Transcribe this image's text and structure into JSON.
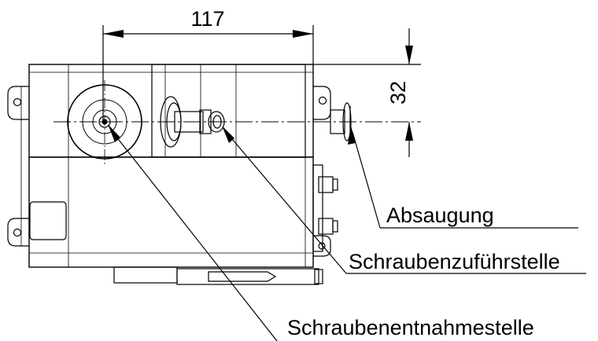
{
  "dimensions": {
    "width_value": "117",
    "height_value": "32"
  },
  "callouts": {
    "absaugung": "Absaugung",
    "schraubenzufuehrstelle": "Schraubenzuführstelle",
    "schraubenentnahmestelle": "Schraubenentnahmestelle"
  },
  "colors": {
    "line": "#000000",
    "background": "#ffffff"
  }
}
